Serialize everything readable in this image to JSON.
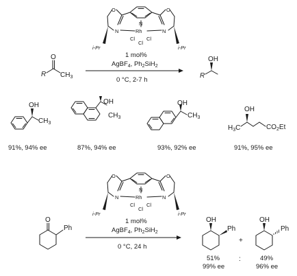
{
  "reaction1": {
    "catalyst": {
      "atom_O_left": "O",
      "atom_N_pyridine": "N",
      "atom_O_right": "O",
      "atom_N_left": "N",
      "atom_Rh": "Rh",
      "atom_N_right": "N",
      "atom_Cl_center": "Cl",
      "atom_Cl_left": "Cl",
      "atom_Cl_right": "Cl",
      "iPr_left": "i-Pr",
      "iPr_right": "i-Pr"
    },
    "conditions": {
      "loading": "1 mol%",
      "reagent_a": "AgBF",
      "reagent_a_sub": "4",
      "reagent_b": ", Ph",
      "reagent_b_sub": "2",
      "reagent_c": "SiH",
      "reagent_c_sub": "2",
      "temp_time": "0 °C, 2-7 h"
    },
    "substrate": {
      "O": "O",
      "R": "R",
      "CH3": "CH",
      "CH3_sub": "3"
    },
    "product": {
      "OH": "OH",
      "R": "R"
    },
    "examples": [
      {
        "OH": "OH",
        "CH3": "CH",
        "CH3_sub": "3",
        "result": "91%, 94% ee"
      },
      {
        "OH": "OH",
        "CH3": "CH",
        "CH3_sub": "3",
        "result": "87%, 94% ee"
      },
      {
        "OH": "OH",
        "CH3": "CH",
        "CH3_sub": "3",
        "result": "93%, 92% ee"
      },
      {
        "OH": "OH",
        "H3C": "H",
        "H3C_sub": "3",
        "H3C_end": "C",
        "CO2Et": "CO",
        "CO2Et_sub": "2",
        "CO2Et_end": "Et",
        "result": "91%, 95% ee"
      }
    ]
  },
  "reaction2": {
    "catalyst": {
      "atom_O_left": "O",
      "atom_N_pyridine": "N",
      "atom_O_right": "O",
      "atom_N_left": "N",
      "atom_Rh": "Rh",
      "atom_N_right": "N",
      "atom_Cl_center": "Cl",
      "atom_Cl_left": "Cl",
      "atom_Cl_right": "Cl",
      "iPr_left": "i-Pr",
      "iPr_right": "i-Pr"
    },
    "conditions": {
      "loading": "1 mol%",
      "reagent_a": "AgBF",
      "reagent_a_sub": "4",
      "reagent_b": ", Ph",
      "reagent_b_sub": "2",
      "reagent_c": "SiH",
      "reagent_c_sub": "2",
      "temp_time": "0 °C, 24 h"
    },
    "substrate": {
      "O": "O",
      "Ph": "Ph"
    },
    "product_cis": {
      "OH": "OH",
      "Ph": "Ph",
      "yield": "51%",
      "ee": "99% ee"
    },
    "product_trans": {
      "OH": "OH",
      "Ph": "Ph",
      "yield": "49%",
      "ee": "96% ee"
    },
    "plus": "+",
    "ratio_sep": ":"
  }
}
